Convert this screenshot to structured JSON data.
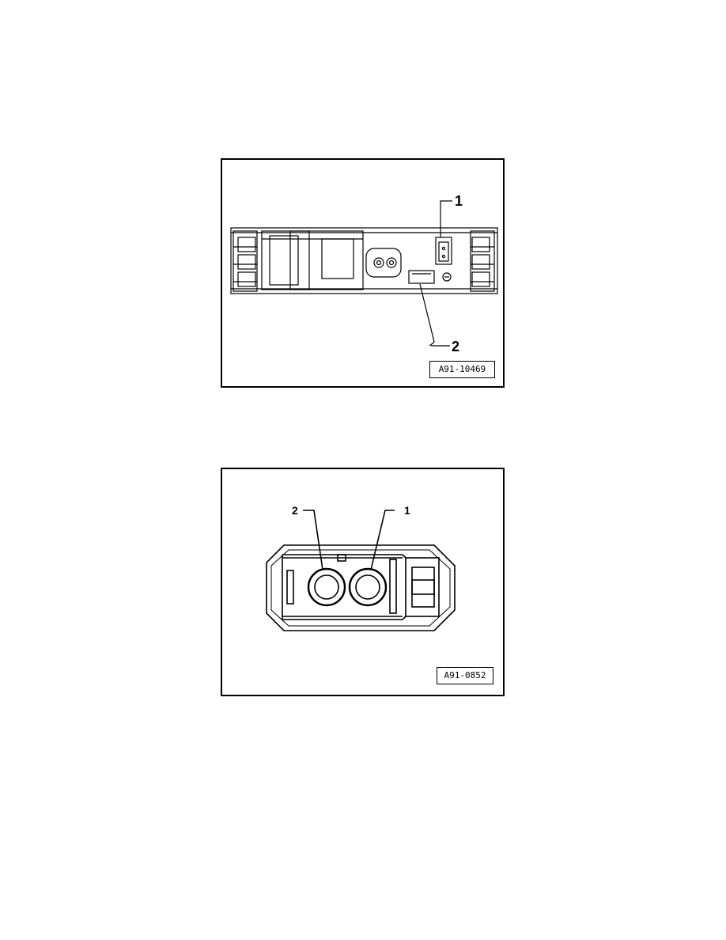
{
  "figures": [
    {
      "id_label": "A91-10469",
      "callouts": [
        "1",
        "2"
      ]
    },
    {
      "id_label": "A91-0852",
      "callouts": [
        "2",
        "1"
      ]
    }
  ]
}
